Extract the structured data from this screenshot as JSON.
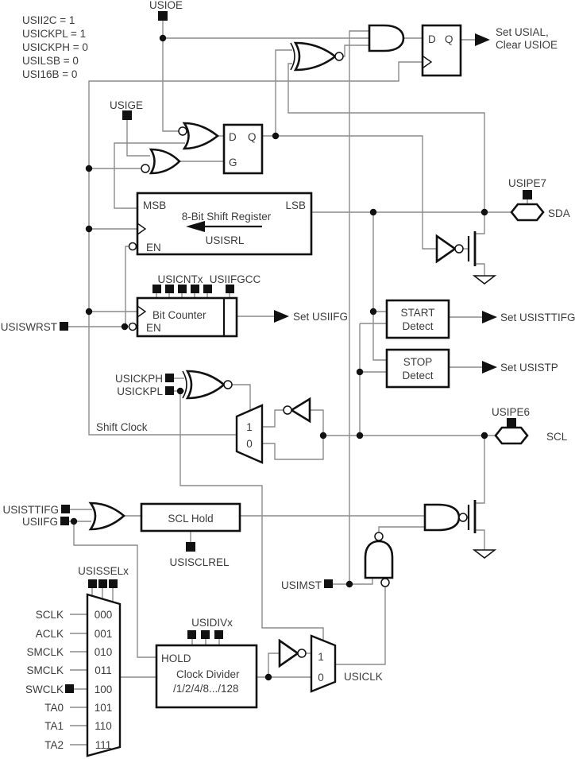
{
  "colors": {
    "ink": "#111111",
    "wire": "#8c8c8c",
    "text": "#3c3c3c",
    "background": "#ffffff"
  },
  "config_flags": [
    "USII2C = 1",
    "USICKPL = 1",
    "USICKPH = 0",
    "USILSB = 0",
    "USI16B = 0"
  ],
  "signals": {
    "usioe": "USIOE",
    "usige": "USIGE",
    "usicntx": "USICNTx",
    "usiifgcc": "USIIFGCC",
    "usiswrst": "USISWRST",
    "usickph": "USICKPH",
    "usickpl": "USICKPL",
    "shift_clock": "Shift Clock",
    "usisttifg": "USISTTIFG",
    "usiifg": "USIIFG",
    "usisclrel": "USISCLREL",
    "usimst": "USIMST",
    "usisselx": "USISSELx",
    "usidivx": "USIDIVx",
    "usiclk": "USICLK",
    "usipe7": "USIPE7",
    "usipe6": "USIPE6",
    "sda": "SDA",
    "scl": "SCL"
  },
  "flip_flop": {
    "d": "D",
    "q": "Q"
  },
  "latch": {
    "d": "D",
    "q": "Q",
    "g": "G"
  },
  "shift_register": {
    "msb": "MSB",
    "lsb": "LSB",
    "title": "8-Bit Shift Register",
    "reg": "USISRL",
    "en": "EN"
  },
  "bit_counter": {
    "title": "Bit Counter",
    "en": "EN"
  },
  "start_detect": {
    "line1": "START",
    "line2": "Detect"
  },
  "stop_detect": {
    "line1": "STOP",
    "line2": "Detect"
  },
  "scl_hold": {
    "title": "SCL Hold"
  },
  "clock_divider": {
    "hold": "HOLD",
    "title": "Clock Divider",
    "ratios": "/1/2/4/8.../128"
  },
  "outputs": {
    "usial_line1": "Set USIAL,",
    "usial_line2": "Clear USIOE",
    "set_usiifg": "Set USIIFG",
    "set_usisttifg": "Set USISTTIFG",
    "set_usistp": "Set USISTP"
  },
  "mux_labels": {
    "one": "1",
    "zero": "0"
  },
  "clock_mux": {
    "sources": [
      {
        "name": "SCLK",
        "code": "000"
      },
      {
        "name": "ACLK",
        "code": "001"
      },
      {
        "name": "SMCLK",
        "code": "010"
      },
      {
        "name": "SMCLK",
        "code": "011"
      },
      {
        "name": "SWCLK",
        "code": "100"
      },
      {
        "name": "TA0",
        "code": "101"
      },
      {
        "name": "TA1",
        "code": "110"
      },
      {
        "name": "TA2",
        "code": "111"
      }
    ]
  }
}
